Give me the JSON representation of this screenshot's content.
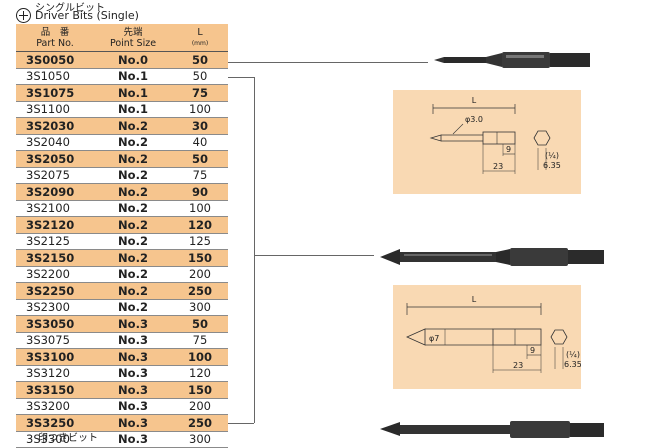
{
  "header": {
    "title_jp": "シングルビット",
    "title_en": "Driver Bits (Single)"
  },
  "table": {
    "columns": [
      {
        "jp": "品　番",
        "en": "Part No."
      },
      {
        "jp": "先端",
        "en": "Point Size"
      },
      {
        "jp": "L",
        "en": "(mm)"
      }
    ],
    "rows": [
      {
        "part": "3S0050",
        "size": "No.0",
        "length": "50"
      },
      {
        "part": "3S1050",
        "size": "No.1",
        "length": "50"
      },
      {
        "part": "3S1075",
        "size": "No.1",
        "length": "75"
      },
      {
        "part": "3S1100",
        "size": "No.1",
        "length": "100"
      },
      {
        "part": "3S2030",
        "size": "No.2",
        "length": "30"
      },
      {
        "part": "3S2040",
        "size": "No.2",
        "length": "40"
      },
      {
        "part": "3S2050",
        "size": "No.2",
        "length": "50"
      },
      {
        "part": "3S2075",
        "size": "No.2",
        "length": "75"
      },
      {
        "part": "3S2090",
        "size": "No.2",
        "length": "90"
      },
      {
        "part": "3S2100",
        "size": "No.2",
        "length": "100"
      },
      {
        "part": "3S2120",
        "size": "No.2",
        "length": "120"
      },
      {
        "part": "3S2125",
        "size": "No.2",
        "length": "125"
      },
      {
        "part": "3S2150",
        "size": "No.2",
        "length": "150"
      },
      {
        "part": "3S2200",
        "size": "No.2",
        "length": "200"
      },
      {
        "part": "3S2250",
        "size": "No.2",
        "length": "250"
      },
      {
        "part": "3S2300",
        "size": "No.2",
        "length": "300"
      },
      {
        "part": "3S3050",
        "size": "No.3",
        "length": "50"
      },
      {
        "part": "3S3075",
        "size": "No.3",
        "length": "75"
      },
      {
        "part": "3S3100",
        "size": "No.3",
        "length": "100"
      },
      {
        "part": "3S3120",
        "size": "No.3",
        "length": "120"
      },
      {
        "part": "3S3150",
        "size": "No.3",
        "length": "150"
      },
      {
        "part": "3S3200",
        "size": "No.3",
        "length": "200"
      },
      {
        "part": "3S3250",
        "size": "No.3",
        "length": "250"
      },
      {
        "part": "3S3300",
        "size": "No.3",
        "length": "300"
      }
    ]
  },
  "drawing1": {
    "L": "L",
    "tip": "φ3.0",
    "d9": "9",
    "d23": "23",
    "hex": "(¼)",
    "hex_mm": "6.35"
  },
  "drawing2": {
    "L": "L",
    "tip": "φ7",
    "d9": "9",
    "d23": "23",
    "hex": "(¼)",
    "hex_mm": "6.35"
  },
  "footer_text": "印つきビット",
  "colors": {
    "row_highlight": "#f6c58e",
    "drawing_bg": "#f9d9b3"
  }
}
